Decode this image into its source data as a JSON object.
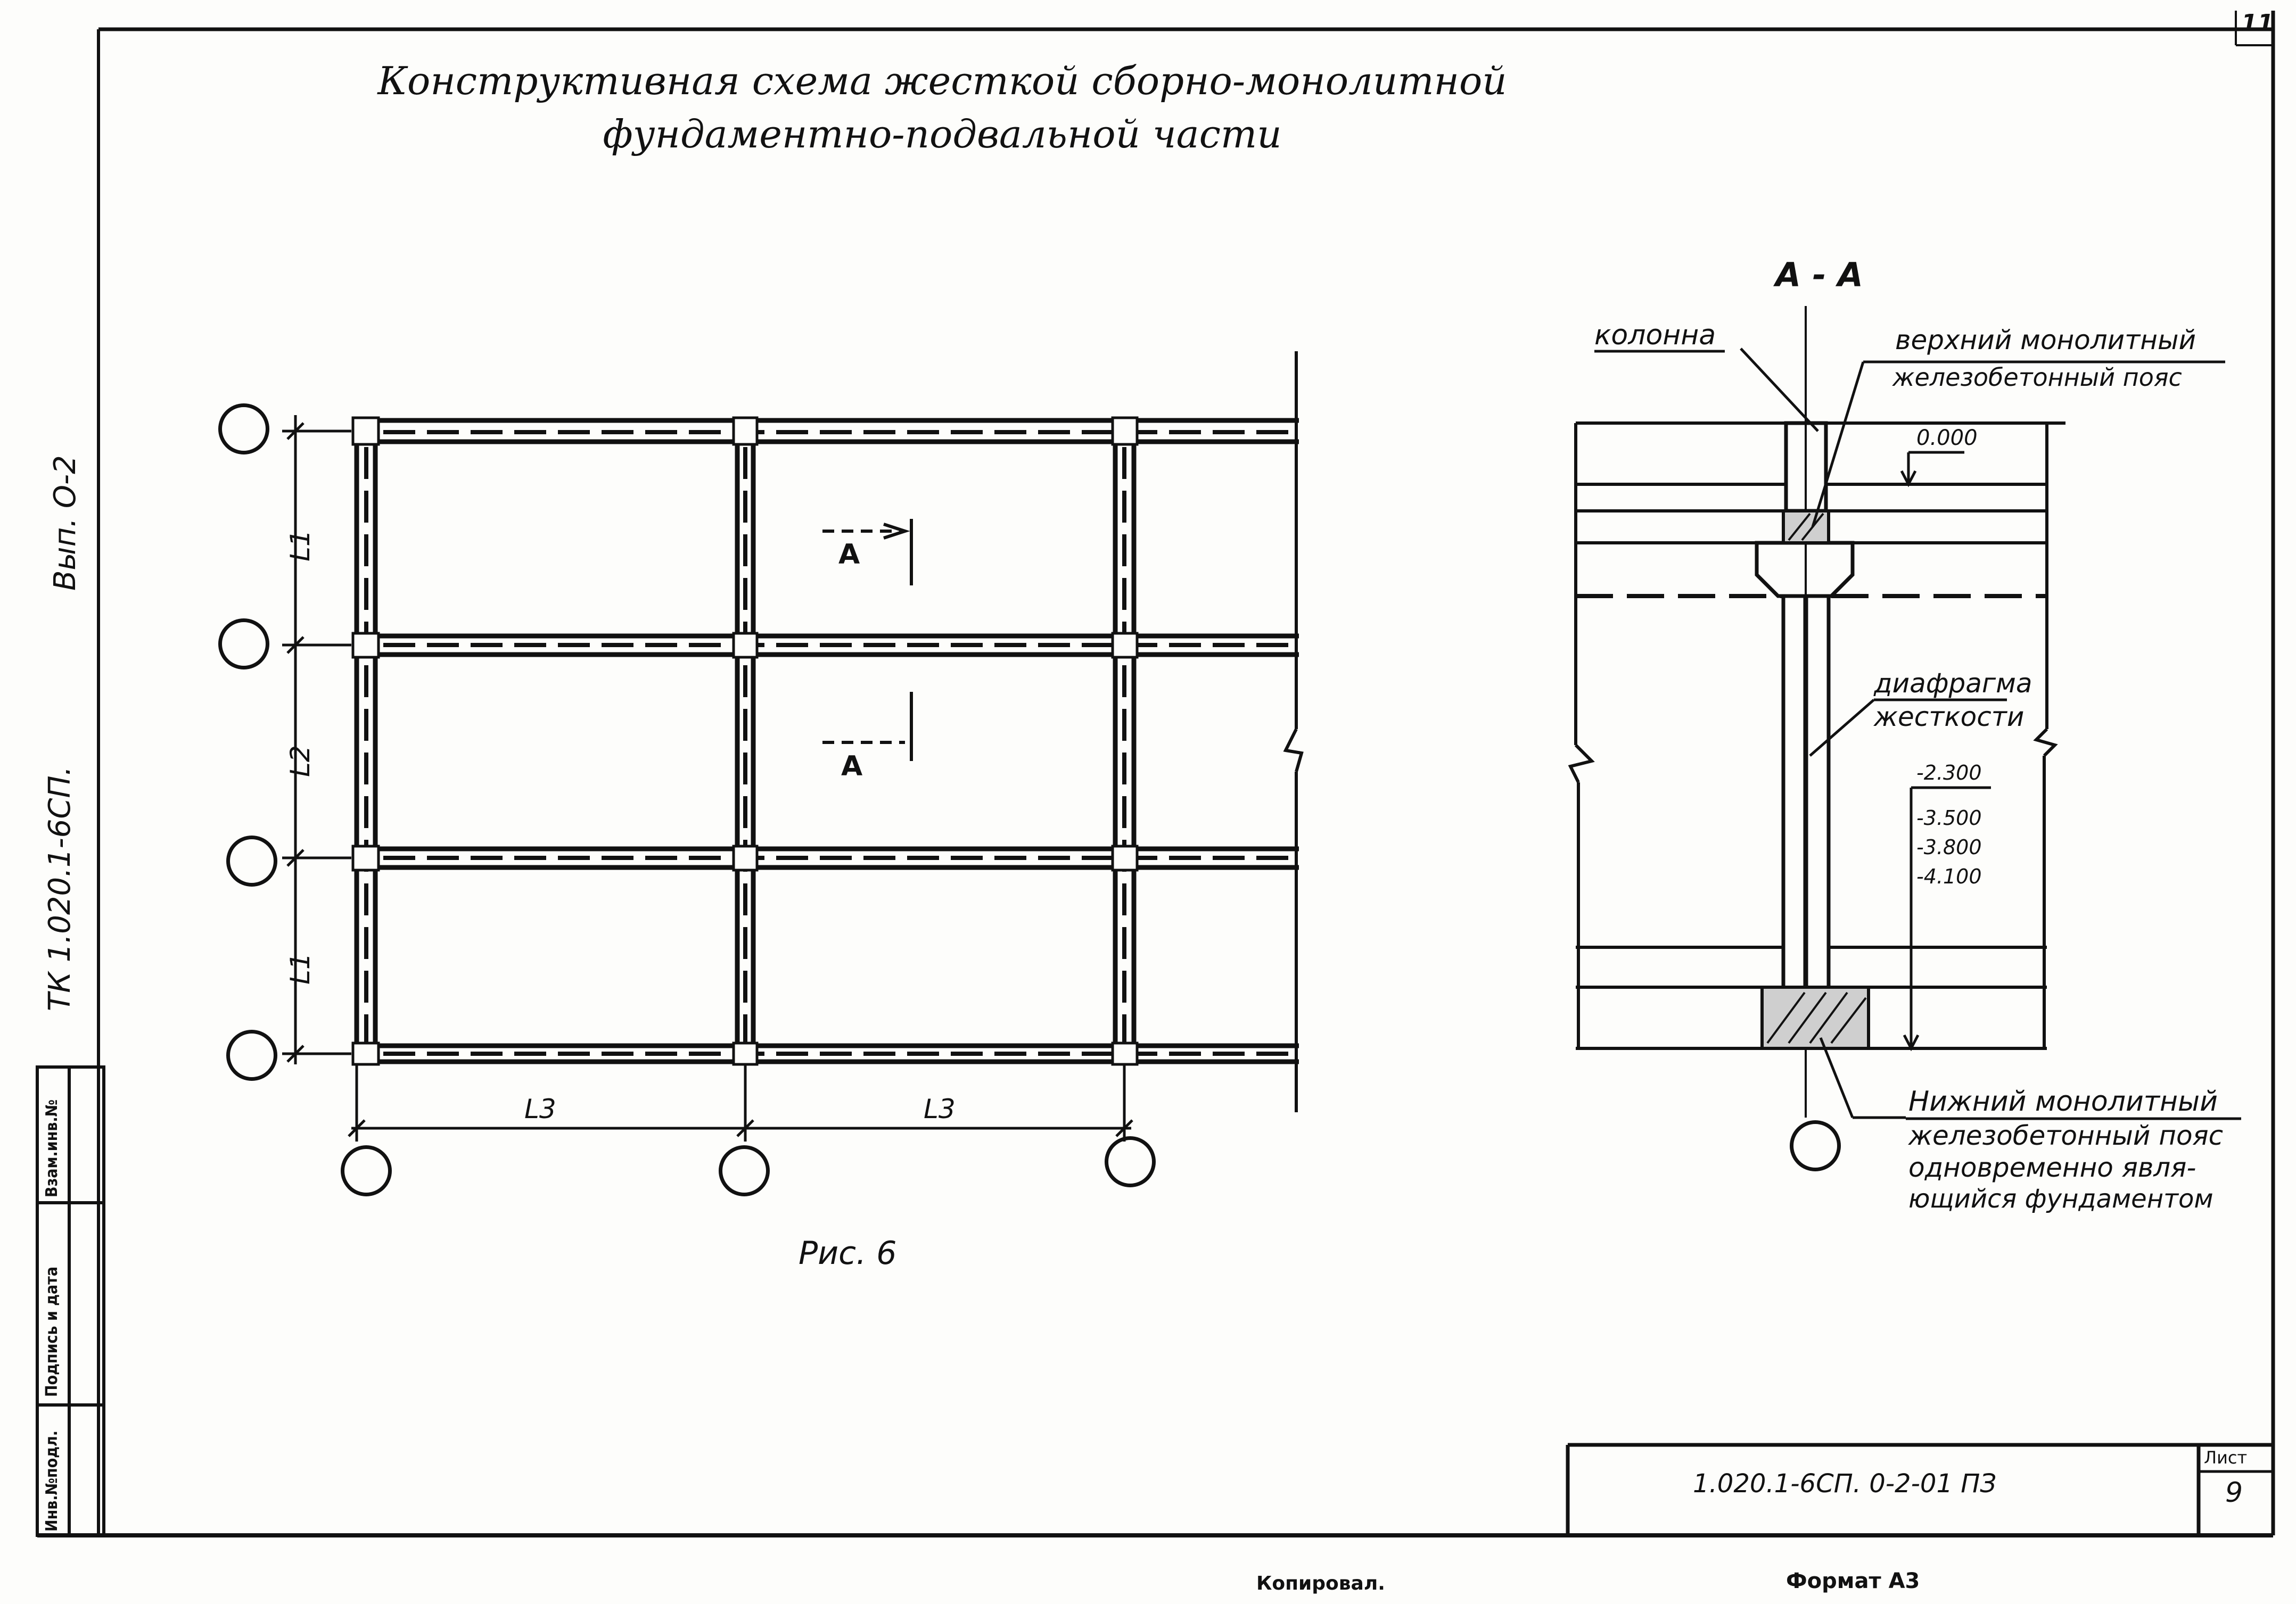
{
  "sheet": {
    "title_line1": "Конструктивная схема жесткой сборно-монолитной",
    "title_line2": "фундаментно-подвальной части",
    "corner_number": "11",
    "figure_caption": "Рис. 6"
  },
  "plan": {
    "row_dim_labels": [
      "L1",
      "L2",
      "L1"
    ],
    "column_dim_labels": [
      "L3",
      "L3"
    ],
    "section_mark": "A"
  },
  "section": {
    "title": "A - A",
    "column_label": "колонна",
    "upper_belt_label_line1": "верхний монолитный",
    "upper_belt_label_line2": "железобетонный пояс",
    "zero_mark": "0.000",
    "diaphragm_label_line1": "диафрагма",
    "diaphragm_label_line2": "жесткости",
    "level_marks": [
      "-2.300",
      "-3.500",
      "-3.800",
      "-4.100"
    ],
    "lower_belt_label_line1": "Нижний монолитный",
    "lower_belt_label_line2": "железобетонный пояс",
    "lower_belt_label_line3": "одновременно явля-",
    "lower_belt_label_line4": "ющийся фундаментом"
  },
  "left_margin": {
    "series_text": "ТК 1.020.1-6СП.",
    "issue_text": "Вып. О-2"
  },
  "stamp_column": {
    "cells": [
      "Инв.№подл.",
      "Подпись и дата",
      "Взам.инв.№"
    ]
  },
  "title_block": {
    "document_code": "1.020.1-6СП. 0-2-01 ПЗ",
    "sheet_label": "Лист",
    "sheet_number": "9"
  },
  "footer": {
    "copied_label": "Копировал.",
    "format_label": "Формат А3"
  }
}
